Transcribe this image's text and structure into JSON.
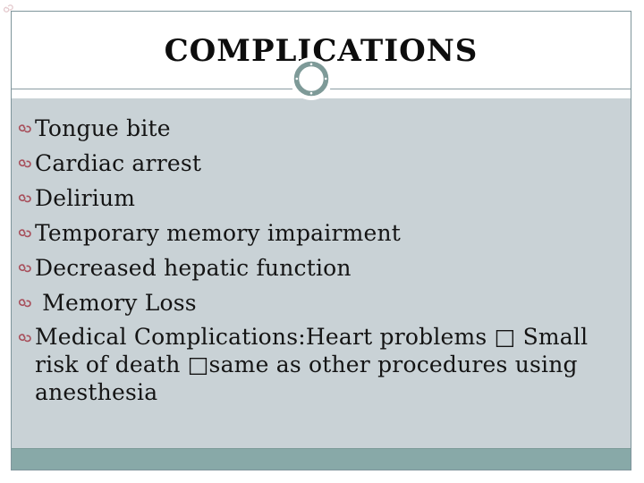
{
  "slide": {
    "title": "COMPLICATIONS",
    "bullets": [
      "Tongue bite",
      "Cardiac arrest",
      "Delirium",
      "Temporary memory impairment",
      "Decreased hepatic function",
      " Memory Loss",
      "Medical Complications:Heart problems □ Small risk of death □same as other procedures using anesthesia"
    ],
    "icons": {
      "bullet": "red-flourish-bullet-icon",
      "ornament": "ring-ornament-icon"
    },
    "colors": {
      "content_background": "#c9d2d6",
      "footer_bar": "#88a9a8",
      "slide_border": "#7f959b",
      "divider_line": "#8a9da2",
      "ornament_ring": "#7e9a98",
      "bullet_red": "#a8505c",
      "title_text": "#0d0d0d",
      "body_text": "#141414"
    }
  }
}
